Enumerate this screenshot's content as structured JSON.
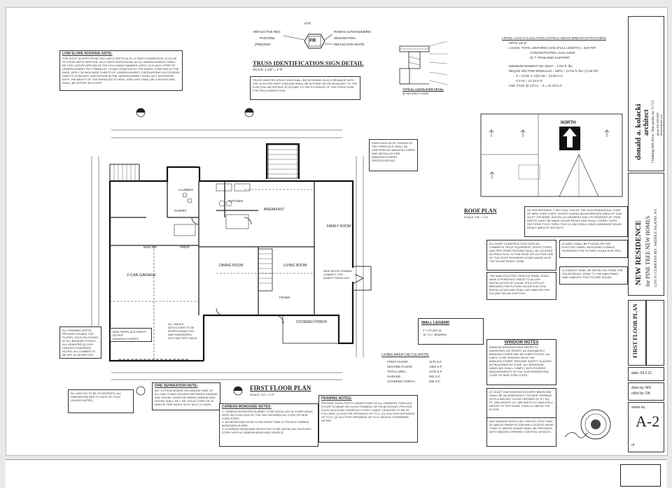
{
  "truss_sign": {
    "title": "TRUSS IDENTIFICATION SIGN DETAIL",
    "scale": "SCALE: 1 1/2\" = 1'-0\"",
    "left_label_1": "REFLECTIVE RED",
    "left_label_2": "PANTONE",
    "left_label_3": "(PMS)#187",
    "right_label_1": "ROMAN ALPHANUMERIC",
    "right_label_2": "DESIGNATION",
    "right_label_3": "REFLECTIVE WHITE",
    "sign_text": "FR",
    "dim_top": "6\"/8\"",
    "note": "TRUSS IDENTIFICATION SIGN SHALL BE DESIGNED IN ACCORDANCE WITH THE 19 NYCRR PART 1265 AND SHALL BE AFFIXED ON OR ADJACENT TO THE ELECTRIC METER BOX ATTACHED TO THE EXTERIOR OF THE STRUCTURE FOR FIELD INSPECTION."
  },
  "roofing_note": {
    "title": "LOW SLOPE ROOFING NOTE:",
    "body": "FOR ROOF SLOPES FROM TWO UNITS VERTICAL IN 12 UNITS HORIZONTAL (2:12) UP TO FOUR UNITS VERTICAL IN 12 UNITS HORIZONTAL (4:12), UNDERLAYMENT SHALL BE TWO LAYERS APPLIED IN THE FOLLOWING MANNER. APPLY A 19 INCH STRIP OF UNDERLAYMENT FELT PARALLEL TO AND STARTING AT THE EAVES. STARTING AT THE EAVE, APPLY 36 INCH WIDE SHEETS OF UNDERLAYMENT, OVERLAPPING SUCCESSIVE SHEETS 19 INCHES. DISTORTION IN THE UNDERLAYMENT SHALL NOT INTERFERE WITH THE ABILITY OF THE SHINGLES TO SEAL. END LAPS SHALL BE 4 INCHES AND SHALL BE OFFSET BY 6 FEET."
  },
  "cantilever": {
    "title": "TYPICAL CANTILEVER DETAIL",
    "subtitle": "@ SECOND FLOOR"
  },
  "lintel": {
    "title": "LINTEL LOAD CALCULATION (LINTELS ABOVE BREAKFAST/KITCHEN)",
    "line1": "SPAN:    15'-0\"",
    "line2": "LOADS:   TOTAL UNIFORM LOAD (FULL LENGTH) = 540 PSF",
    "line3": "CONCENTRATED LOAD 2100#",
    "line4": "@ 7' FROM END SUPPORT",
    "line5": "MINIMUM MOMENT ON JOIST = 1754 ft. lbs.",
    "line6": "REQUD SECTION MODULUS = M/Fb  =  (1754 ft. lbs.) (1.55 Fb)",
    "line7": "S = (1754 X 12)/1.55 = 13.58 in.3",
    "line8": "S in.st = 21.33 in.3",
    "line9": "USE 2'X10' @ 12\"o.c. - S = 21.33 in.3"
  },
  "architect": {
    "name": "donald a. kolacki",
    "title": "architect",
    "address": "7 hunting hill drive, blue point, ny 11715",
    "phone": "phone 631.000.0000",
    "email": "dkolacki@aol.com"
  },
  "project": {
    "name": "NEW RESIDENCE",
    "for": "for PINE TREE NEW HOMES",
    "lot": "LOT #1 CURRANS RD., MIDDLE ISLAND, NY"
  },
  "sheet_title": "FIRST FLOOR PLAN",
  "date": "date: 04.2.21",
  "drawn_by": "drwn by: MS",
  "checked_by": "chkd by: DK",
  "sheet_no_label": "sheet no.",
  "sheet_no": "A-2",
  "sheet_of": "of",
  "roof_plan": {
    "title": "ROOF PLAN",
    "scale": "SCALE: 1/8\" = 1'-0\"",
    "north": "NORTH"
  },
  "roof_note": "AS PER APPENDIX T SECTION T103 OF THE 2020 RESIDENTIAL CODE OF NEW YORK STATE, ROOFS HAVING AN AGGREGATE AREA OF 1400 SQ.FT. OR MORE, WITHIN 110 DEGREES AND 270 DEGREES OF TRUE NORTH, MUST BE MADE SOLAR READY AND SHALL COMPLY WITH SECTIONS T103.2 THRU T103.10, AND SHALL HAVE A MINIMUM SOLAR READY AREA OF 300 SQ.FT.",
  "right_notes": [
    "ALL ROOF CONSTRUCTION SUCH AS CHIMNEYS, ROOF EQUIPMENT, VENTS, PIPES, AND PIPE PENETRATIONS SHALL BE LOCATED AS PRACTICAL TO THE EDGE OR GUTTER LINE OF THE ROOF ENSURING COMPLIANCE WITH THE SOLAR READY ZONE.",
    "A LABEL SHALL BE PLACED ON THE ELECTRIC PANEL INDICATING A SPACE RESERVED FOR FUTURE SOLAR ELECTRIC.",
    "THE MAIN ELECTRIC SERVICE PANEL SHALL HAVE A RESERVED SPACE TO ALLOW INSTALLATION OF A DUAL POLE CIRCUIT BREAKER FOR FUTURE SOLAR ELECTRIC INSTALLATION AND SHALL BE LABELED FOR FUTURE SOLAR ELECTRIC.",
    "A CONDUIT SHALL BE INSTALLED FROM THE SOLAR READY ZONE TO THE MAIN PANEL AND LABELED 'FOR FUTURE SOLAR'."
  ],
  "plan": {
    "title": "FIRST FLOOR PLAN",
    "scale": "SCALE: 1/4\" = 1'-0\"",
    "rooms": [
      "2-CAR GARAGE",
      "DINING ROOM",
      "LIVING ROOM",
      "FAMILY ROOM",
      "BREAKFAST",
      "KITCHEN",
      "COVERED PORCH",
      "FOYER",
      "MUD RM",
      "PWDR",
      "PANTRY",
      "LAUNDRY"
    ],
    "fireplace_note": "FIREPLACE NOTE: DESIGN OF THE FIREPLACE SHALL BE CERTIFIED BY MANUFACTURER AND INSTALLED PER MANUFACTURERS SPECIFICATIONS.",
    "wood_note": "NEW WOOD FRAMED CHIMNEY FOR INSERT FIREPLACE"
  },
  "wall_legend": {
    "title": "WALL LEGEND",
    "item1": "2\" x STUDS @",
    "item2": "16\" O.C. BEARING"
  },
  "living_area": {
    "title": "LIVING AREA CALCULATION:",
    "rows": [
      [
        "FIRST FLOOR",
        "1175 S.F."
      ],
      [
        "SECOND FLOOR",
        "1304 S.F."
      ],
      [
        "TOTAL AREA",
        "2479 S.F."
      ],
      [
        "GARAGE",
        "462 S.F."
      ],
      [
        "COVERED PORCH",
        "206 S.F."
      ]
    ]
  },
  "window_notes": {
    "title": "WINDOW NOTES",
    "body": "WINDOW DESIGNATIONS REFER TO ANDERSEN 400 SERIES. AN EQUIVALENT MANUFACTURER MAY BE SUBSTITUTED. ALL SIZES TO BE VERIFIED WITH THE MANUFACTURER. PROVIDE SAFETY GLAZING AS REQUIRED BY CODE. ALL BEDROOM WINDOWS SHALL COMPLY WITH EGRESS REQUIREMENTS OF THE 2020 RESIDENTIAL CODE OF NEW YORK STATE."
  },
  "egress_notes": [
    "AT LEAST ONE WINDOW IN EVERY BEDROOM SHALL BE AN EMERGENCY ESCAPE OPENING WITH A MIN NET CLEAR OPENING OF 5.7 SQ. FT., MIN HEIGHT 24\", MIN WIDTH 20\" AND A SILL HEIGHT OF NOT MORE THAN 44\" ABOVE THE FLOOR.",
    "ANY WINDOW WITH A SILL HEIGHT LESS THAN 24\" ABOVE FINISH FLOOR AND LOCATED MORE THAN 72\" ABOVE GRADE SHALL BE PROVIDED WITH WINDOW OPENING CONTROL DEVICES."
  ],
  "left_notes": {
    "note1": "ALL FRAMING NOTES: PROVIDE DOUBLE TOP PLATES, SOLID BLOCKING AT ALL BEARING POINTS. ALL HEADERS (2) 2X10 UNLESS OTHERWISE NOTED. ALL LUMBER TO BE SPF #2 OR BETTER.",
    "note2": "NEW FIREPLACE INSERT AS PER MANUFACTURER'S SPECS.",
    "note3": "ALL ANGLES TO BE 45 DEGREES. ALL DIMENSIONS ARE TO FACE OF STUD UNLESS NOTED.",
    "fire_title": "FIRE SEPARATION NOTE:",
    "fire": "5/8\" GYPSUM BOARD ON GARAGE SIDE OF ALL WALLS AND CEILINGS BETWEEN GARAGE AND HOUSE. DOOR BETWEEN GARAGE AND HOUSE SHALL BE 1 3/8\" SOLID CORE OR 20 MINUTE FIRE RATED WITH SELF CLOSER.",
    "smoke": "ALL SMOKE DETECTORS TO BE INTERCONNECTED AND HARDWIRED WITH BATTERY BACK-UP. PROVIDE AS SHOWN.",
    "co_title": "CARBON MONOXIDE NOTES:",
    "co1": "1. CARBON MONOXIDE ALARMS TO BE INSTALLED IN COMPLIANCE WITH SECTION R315 OF THE 2020 RESIDENTIAL CODE OF NEW YORK STATE.",
    "co2": "2. NO BEDROOM DOOR TO BE MORE THAN 10' FROM A CARBON MONOXIDE ALARM.",
    "co3": "3. A CARBON MONOXIDE DETECTOR TO BE INSTALLED ON EVERY STORY WITH A CARBON MONOXIDE SOURCE.",
    "framing_title": "FRAMING NOTES:",
    "framing": "PROVIDE SOLID POSTS UNDER ENDS OF ALL HEADERS THROUGH FLOOR TO BEAR ON FLUSH FRAMING OR ON BLOCKING. PROVIDE SOLID BLOCKING UNDER ALL POINT LOADS. HEADERS TO BE AS FOLLOWS: (2) 2X8 FOR OPENINGS UP TO 4', (2) 2X10 FOR OPENINGS UP TO 6', (2) 2X12 FOR OPENINGS UP TO 8' UNLESS OTHERWISE NOTED."
  }
}
